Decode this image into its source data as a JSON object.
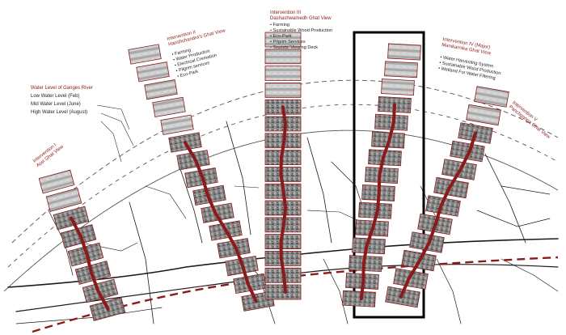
{
  "legend": {
    "title": "Water Level of Ganges River",
    "items": [
      "Low Water Level (Feb)",
      "Mid Water Level (June)",
      "High Water Level (August)"
    ]
  },
  "interventions": [
    {
      "id": "i1",
      "title": "Intervention I",
      "subtitle": "Assi Ghat View",
      "features": []
    },
    {
      "id": "i2",
      "title": "Intervention II",
      "subtitle": "Harishchandra's Ghat View",
      "features": [
        "Farming",
        "Water Production",
        "Electrical Cremation",
        "Pilgrim services",
        "Eco-Park"
      ]
    },
    {
      "id": "i3",
      "title": "Intervention III",
      "subtitle": "Dashashwamedh Ghat View",
      "features": [
        "Farming",
        "Sustainable Wood Production",
        "Eco-Park",
        "Pilgrim Services",
        "Tourists' Viewing Deck"
      ]
    },
    {
      "id": "i4",
      "title": "Intervention IV (Major)",
      "subtitle": "Manikarnika Ghat View",
      "features": [
        "Water Harvesting System",
        "Sustainable Wood Production",
        "Wetland For Water Filtering"
      ]
    },
    {
      "id": "i5",
      "title": "Intervention V",
      "subtitle": "Panchganga Ghat View",
      "features": []
    }
  ],
  "colors": {
    "accent": "#8b1a1a",
    "road": "#1a1a1a",
    "river": "#8b1a1a",
    "frame": "#000000"
  }
}
